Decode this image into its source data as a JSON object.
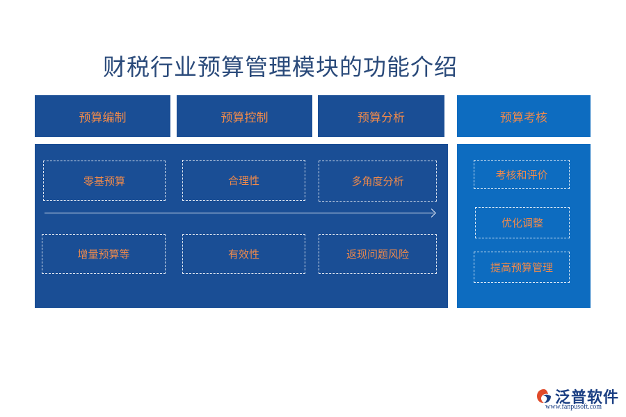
{
  "title": "财税行业预算管理模块的功能介绍",
  "headers": {
    "budget_compile": "预算编制",
    "budget_control": "预算控制",
    "budget_analysis": "预算分析",
    "budget_assess": "预算考核"
  },
  "main_items": {
    "row1": [
      "零基预算",
      "合理性",
      "多角度分析"
    ],
    "row2": [
      "增量预算等",
      "有效性",
      "返现问题风险"
    ]
  },
  "assess_items": [
    "考核和评价",
    "优化调整",
    "提高预算管理"
  ],
  "logo": {
    "name": "泛普软件",
    "url": "www.fanpusoft.com"
  },
  "colors": {
    "dark_blue": "#1a4e95",
    "light_blue": "#0d6cc0",
    "accent_orange": "#f08a4b"
  }
}
